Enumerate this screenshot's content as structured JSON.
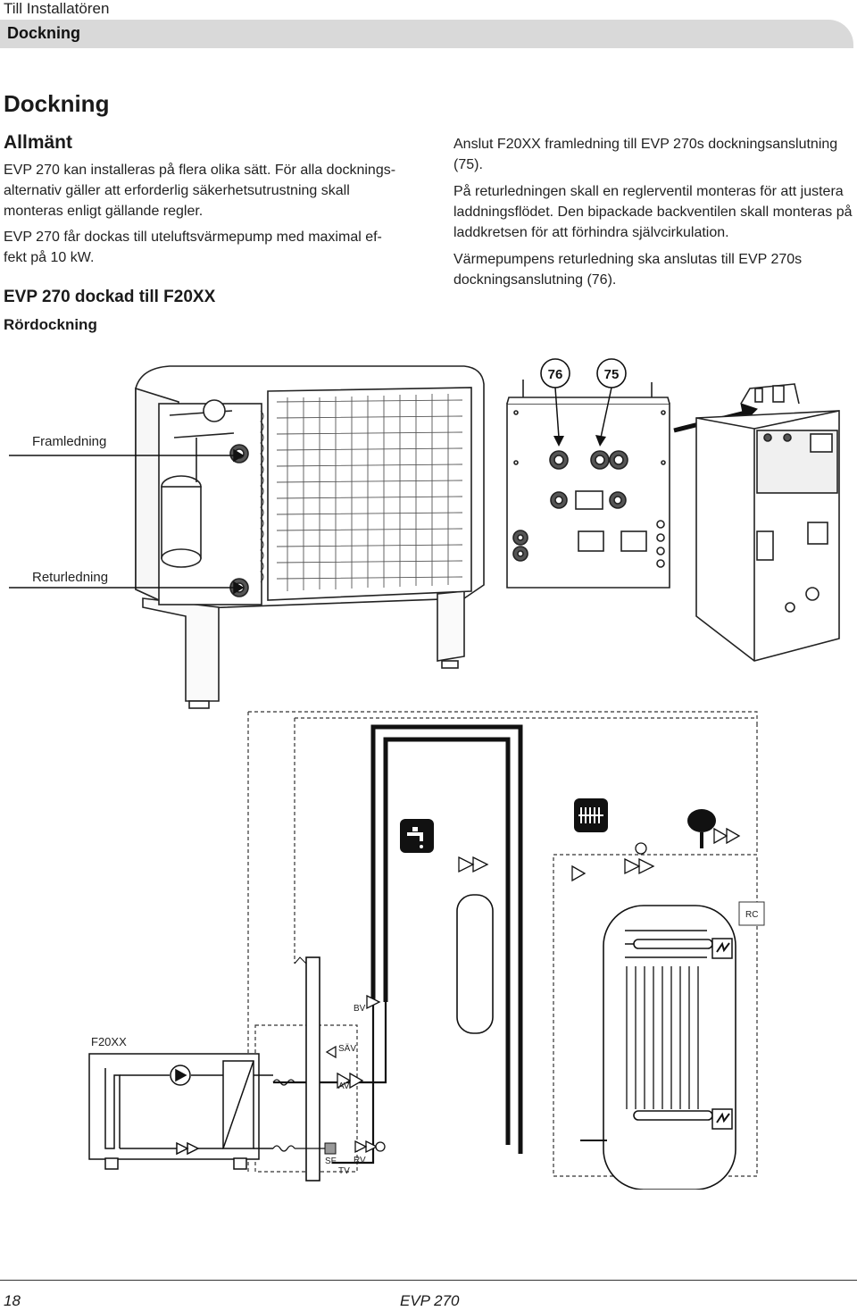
{
  "header": {
    "section": "Till Installatören",
    "bar_title": "Dockning"
  },
  "page": {
    "title": "Dockning",
    "subtitle": "Allmänt",
    "left_paragraphs": [
      "EVP 270 kan installeras på flera olika sätt. För alla docknings-alternativ gäller att erforderlig säkerhetsutrustning skall monteras enligt gällande regler.",
      "EVP 270 får dockas till uteluftsvärmepump med maximal ef-fekt på 10 kW."
    ],
    "section_heading": "EVP 270 dockad till F20XX",
    "sub_heading": "Rördockning",
    "right_paragraphs": [
      "Anslut F20XX framledning till EVP 270s dockningsanslutning (75).",
      "På returledningen skall en reglerventil monteras för att justera laddningsflödet. Den bipackade backventilen skall monteras på laddkretsen för att förhindra självcirkulation.",
      "Värmepumpens returledning ska anslutas till EVP 270s dockningsanslutning (76)."
    ]
  },
  "figure": {
    "callout_76": "76",
    "callout_75": "75",
    "label_supply": "Framledning",
    "label_return": "Returledning"
  },
  "schematic": {
    "unit_label": "F20XX",
    "rc": "RC",
    "bv": "BV",
    "sav": "SÄV",
    "av": "AV",
    "sf": "SF",
    "rv": "RV",
    "tv": "TV"
  },
  "footer": {
    "page_number": "18",
    "doc_name": "EVP 270"
  }
}
